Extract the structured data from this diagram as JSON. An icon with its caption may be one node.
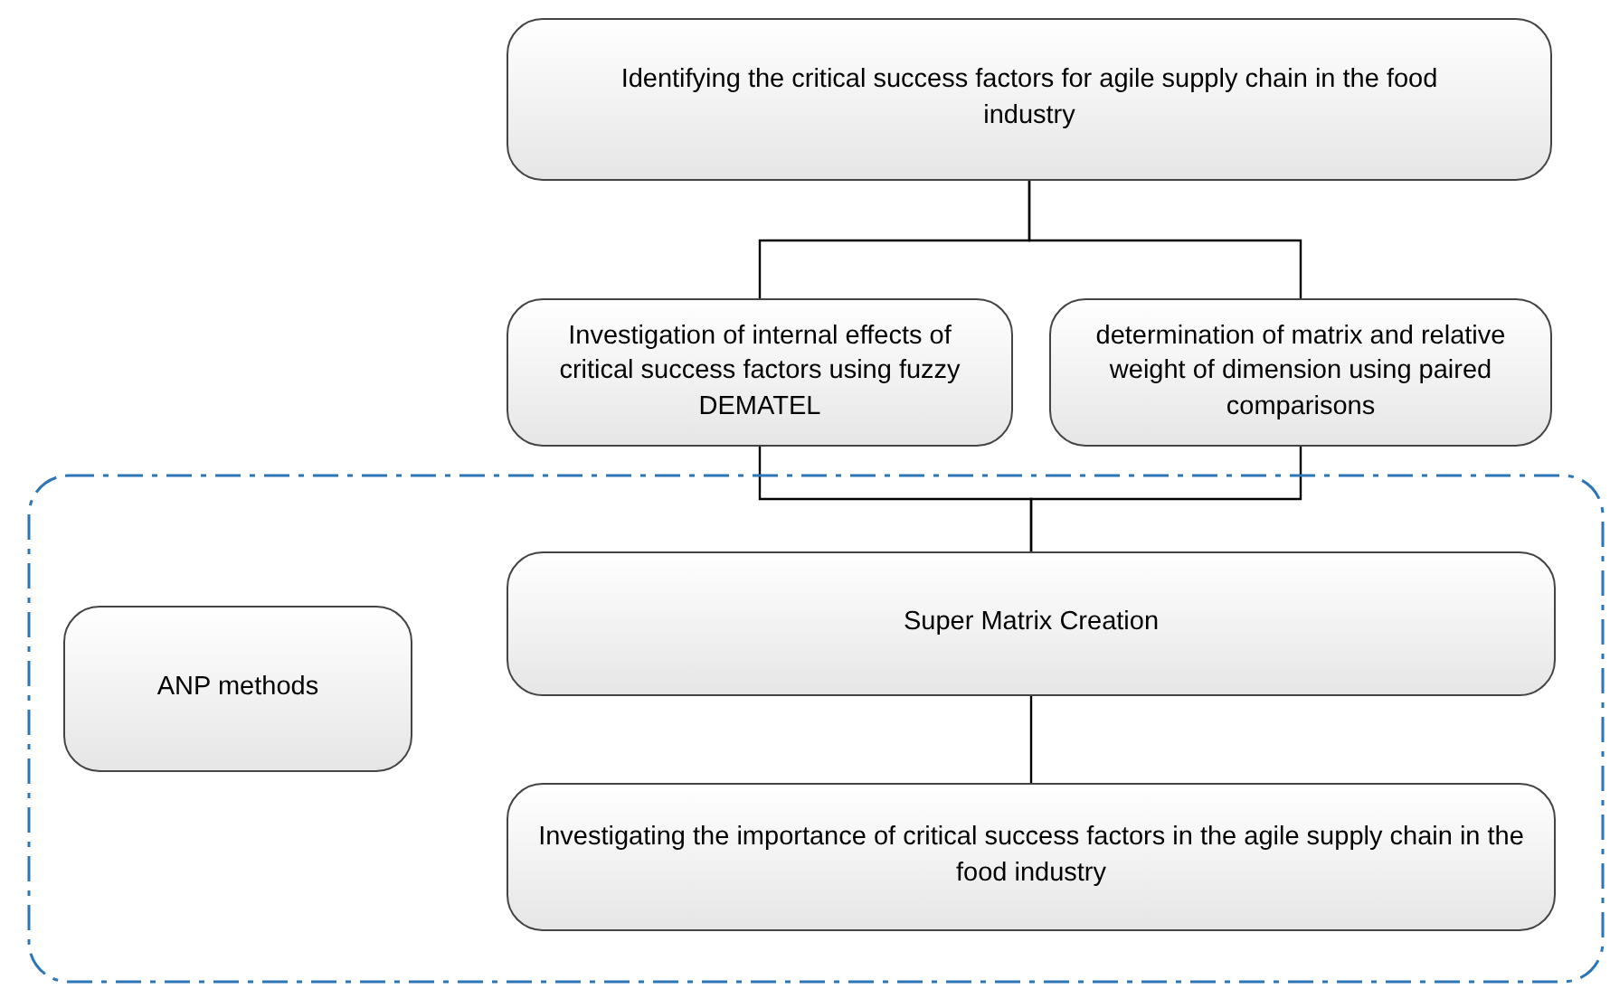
{
  "diagram": {
    "nodes": [
      {
        "text": [
          "Identifying the critical  success factors for agile supply chain in the food industry"
        ]
      },
      {
        "text": [
          "Investigation of internal effects of critical success factors using fuzzy DEMATEL"
        ]
      },
      {
        "text": [
          "determination of matrix and relative weight of dimension using paired comparisons"
        ]
      },
      {
        "text": [],
        "shape": "box"
      },
      {
        "text": [
          "ANP methods"
        ],
        "in": 3
      },
      {
        "text": [
          "Super Matrix Creation"
        ],
        "in": 3
      },
      {
        "text": [
          "Investigating the importance of critical success factors in the agile supply chain in the food industry"
        ],
        "in": 3
      }
    ],
    "edges": [
      {
        "from": 0,
        "to": 1,
        "arrow": "none"
      },
      {
        "from": 0,
        "to": 2,
        "arrow": "none"
      },
      {
        "from": 1,
        "to": 5,
        "arrow": "none"
      },
      {
        "from": 2,
        "to": 5,
        "arrow": "none"
      },
      {
        "from": 5,
        "to": 6,
        "arrow": "none"
      }
    ]
  }
}
